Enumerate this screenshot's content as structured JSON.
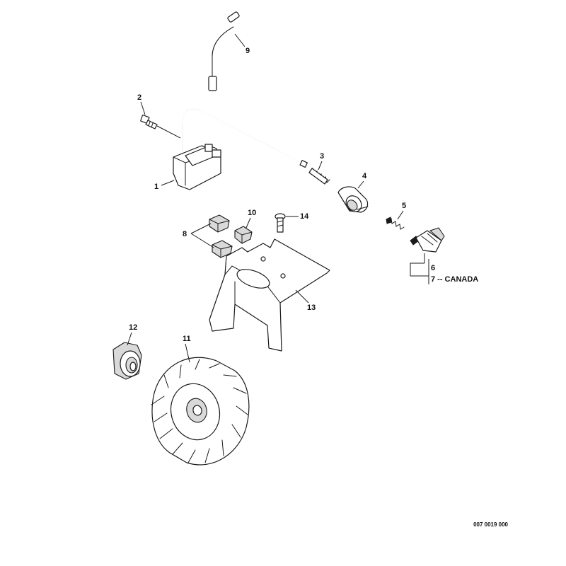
{
  "callouts": {
    "c1": "1",
    "c2": "2",
    "c3": "3",
    "c4": "4",
    "c5": "5",
    "c6": "6",
    "c7": "7 -- CANADA",
    "c8": "8",
    "c9": "9",
    "c10": "10",
    "c11": "11",
    "c12": "12",
    "c13": "13",
    "c14": "14"
  },
  "drawing_number": "007 0019 000"
}
